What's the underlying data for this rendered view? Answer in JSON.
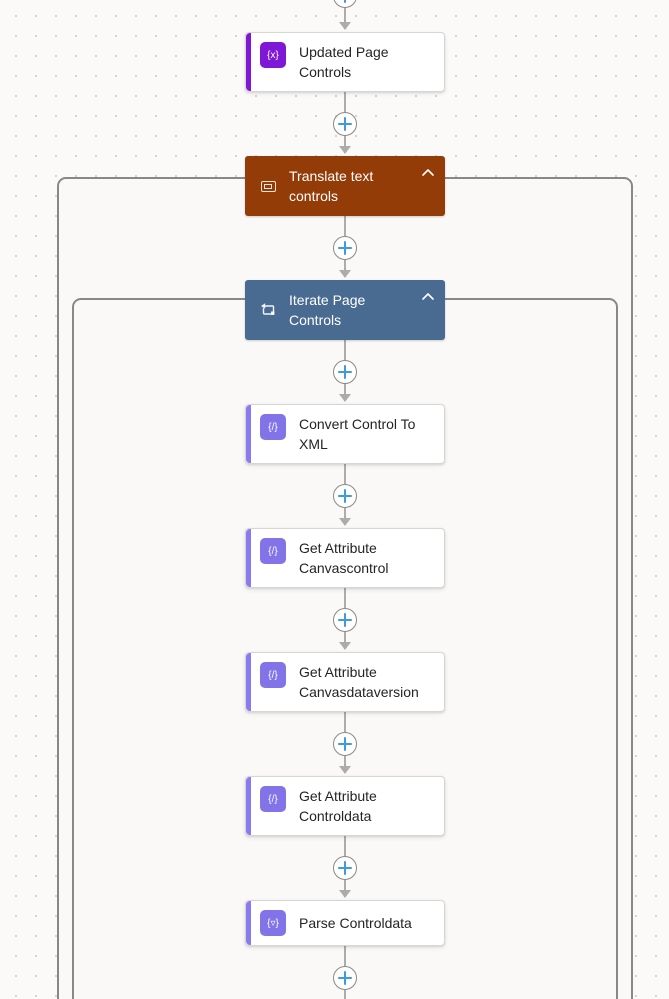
{
  "canvas": {
    "background_color": "#fbfaf9",
    "dot_color": "#d6d4d2",
    "connector_color": "#aeacaa",
    "insert_plus_color": "#3b9ae2",
    "container_border_color": "#8a8886"
  },
  "nodes": [
    {
      "id": "updated-page-controls",
      "kind": "action",
      "title": "Updated Page Controls",
      "icon": "variable-icon",
      "glyph": "{x}",
      "icon_color": "#7f17d6",
      "accent_color": "#7f17d6"
    },
    {
      "id": "translate-text-controls",
      "kind": "scope",
      "title": "Translate text controls",
      "icon": "scope-icon",
      "color": "#943c08",
      "collapse_state": "expanded"
    },
    {
      "id": "iterate-page-controls",
      "kind": "loop",
      "title": "Iterate Page Controls",
      "icon": "loop-icon",
      "color": "#4a6b91",
      "collapse_state": "expanded"
    },
    {
      "id": "convert-control-to-xml",
      "kind": "action",
      "title": "Convert Control To XML",
      "icon": "code-braces-icon",
      "glyph": "{/}",
      "icon_color": "#8273e9",
      "accent_color": "#8a7af0"
    },
    {
      "id": "get-attribute-canvascontrol",
      "kind": "action",
      "title": "Get Attribute Canvascontrol",
      "icon": "code-braces-icon",
      "glyph": "{/}",
      "icon_color": "#8273e9",
      "accent_color": "#8a7af0"
    },
    {
      "id": "get-attribute-canvasdataversion",
      "kind": "action",
      "title": "Get Attribute Canvasdataversion",
      "icon": "code-braces-icon",
      "glyph": "{/}",
      "icon_color": "#8273e9",
      "accent_color": "#8a7af0"
    },
    {
      "id": "get-attribute-controldata",
      "kind": "action",
      "title": "Get Attribute Controldata",
      "icon": "code-braces-icon",
      "glyph": "{/}",
      "icon_color": "#8273e9",
      "accent_color": "#8a7af0"
    },
    {
      "id": "parse-controldata",
      "kind": "action",
      "title": "Parse Controldata",
      "icon": "parse-icon",
      "glyph": "{▿}",
      "icon_color": "#8273e9",
      "accent_color": "#8a7af0"
    }
  ]
}
